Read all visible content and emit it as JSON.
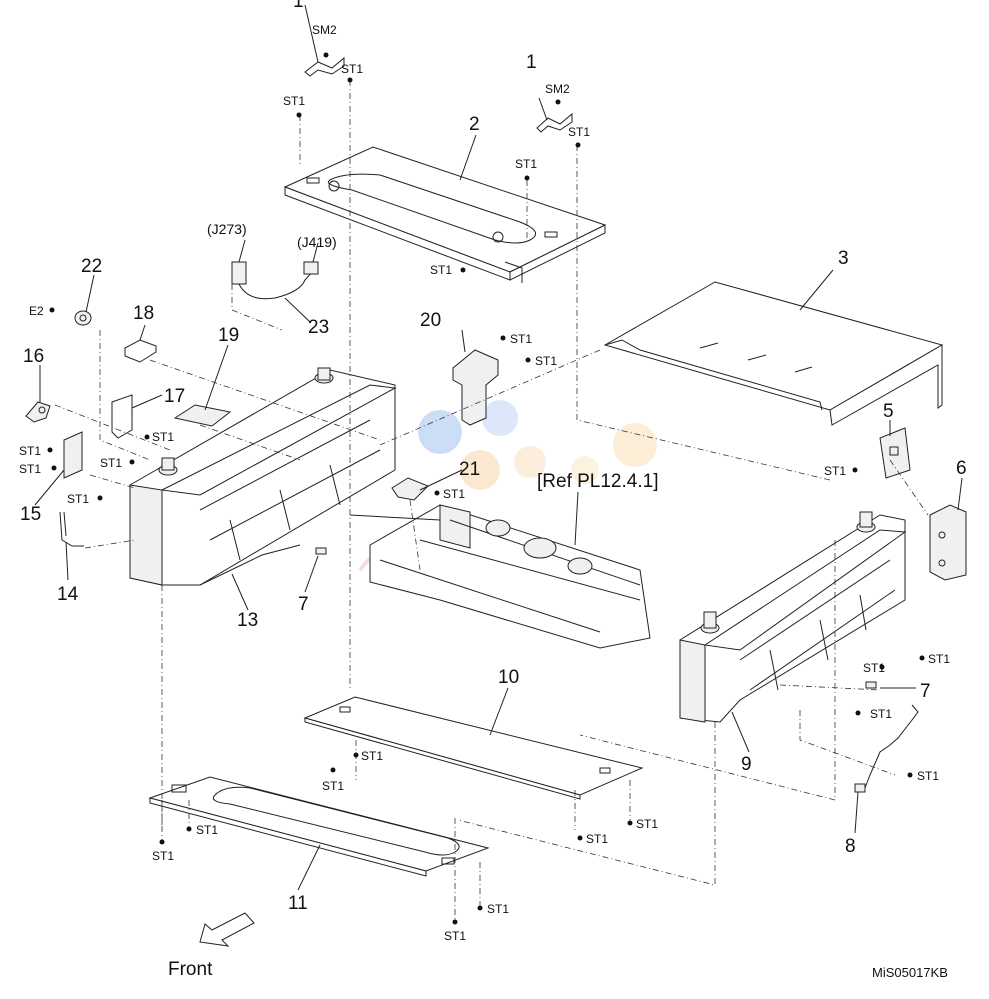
{
  "diagram": {
    "ref_label": "[Ref PL12.4.1]",
    "front_label": "Front",
    "figure_id": "MiS05017KB",
    "connectors": {
      "j273": "(J273)",
      "j419": "(J419)"
    },
    "part_numbers": {
      "p1_top": "1",
      "p1": "1",
      "p2": "2",
      "p3": "3",
      "p5": "5",
      "p6": "6",
      "p7_left": "7",
      "p7_right": "7",
      "p8": "8",
      "p9": "9",
      "p10": "10",
      "p11": "11",
      "p13": "13",
      "p14": "14",
      "p15": "15",
      "p16": "16",
      "p17": "17",
      "p18": "18",
      "p19": "19",
      "p20": "20",
      "p21": "21",
      "p22": "22",
      "p23": "23"
    },
    "screw_labels": {
      "st1": "ST1",
      "sm2": "SM2",
      "e2": "E2"
    }
  }
}
